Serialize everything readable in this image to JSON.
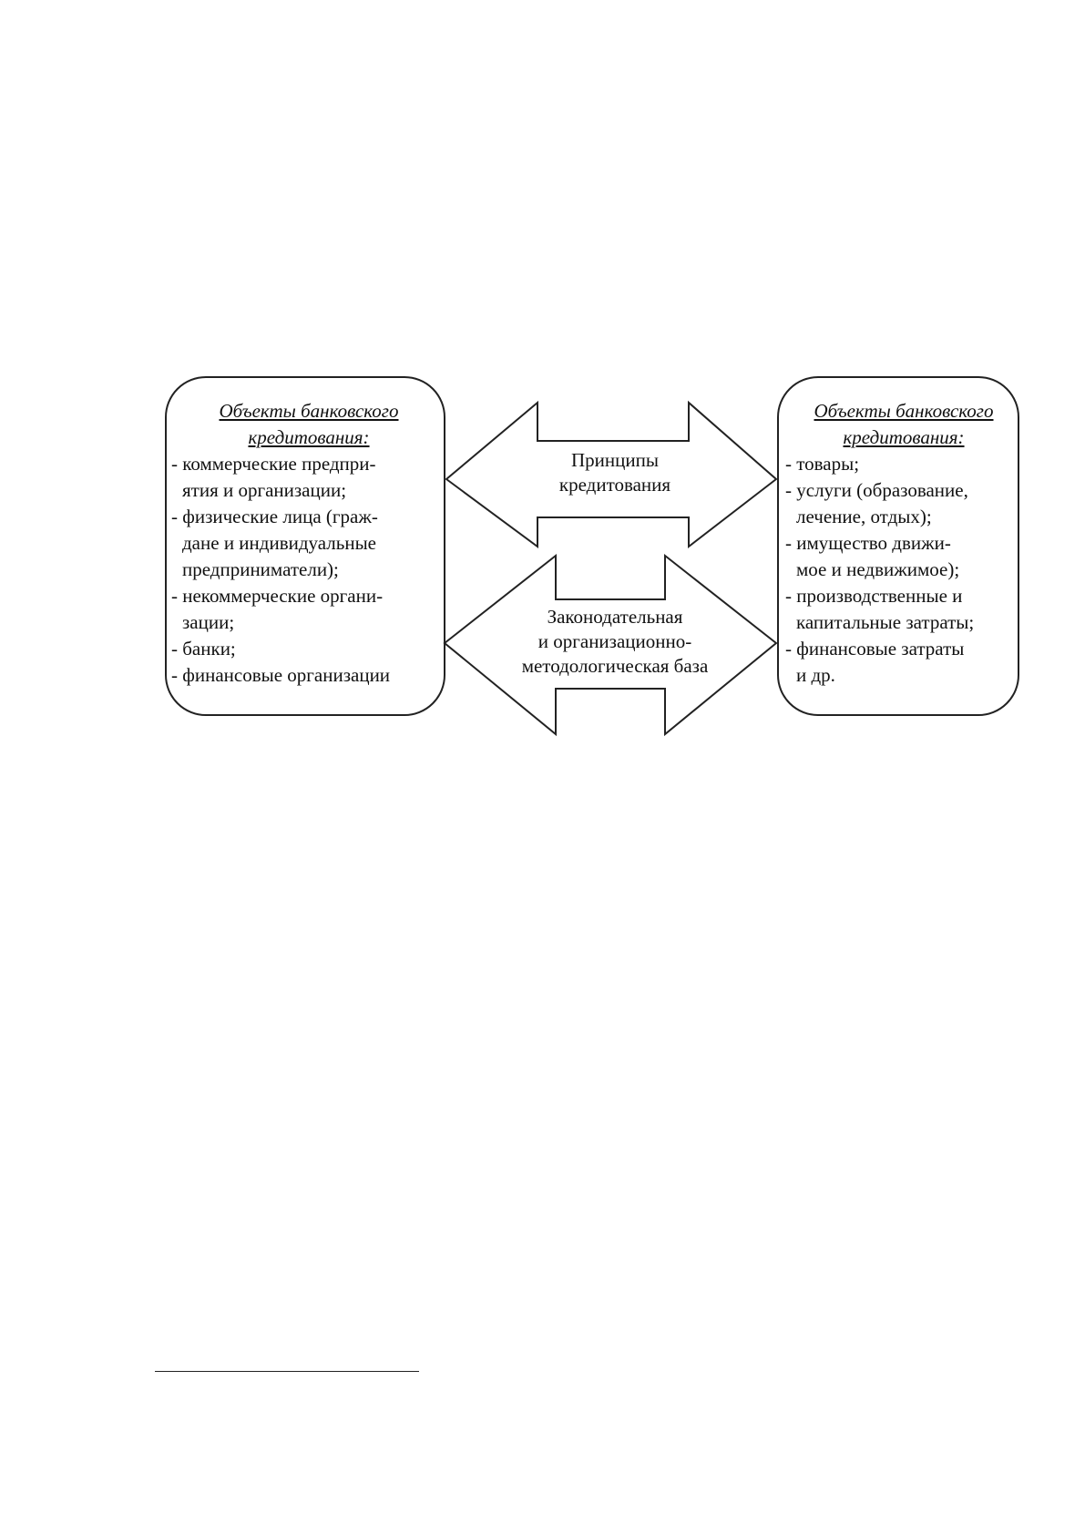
{
  "left_box": {
    "title": "Объекты банковского кредитования",
    "title_line1": "Объекты банковского",
    "title_line2": "кредитования",
    "colon": ":",
    "lines": [
      {
        "text": "- коммерческие предпри-",
        "cont": false
      },
      {
        "text": "ятия и организации;",
        "cont": true
      },
      {
        "text": "- физические лица (граж-",
        "cont": false
      },
      {
        "text": "дане и индивидуальные",
        "cont": true
      },
      {
        "text": "предприниматели);",
        "cont": true
      },
      {
        "text": "- некоммерческие органи-",
        "cont": false
      },
      {
        "text": "зации;",
        "cont": true
      },
      {
        "text": "- банки;",
        "cont": false
      },
      {
        "text": "- финансовые организации",
        "cont": false
      }
    ]
  },
  "right_box": {
    "title_line1": "Объекты банковского",
    "title_line2": "кредитования",
    "colon": ":",
    "lines": [
      {
        "text": "- товары;",
        "cont": false
      },
      {
        "text": "- услуги (образование,",
        "cont": false
      },
      {
        "text": "лечение, отдых);",
        "cont": true
      },
      {
        "text": "- имущество движи-",
        "cont": false
      },
      {
        "text": "мое и недвижимое);",
        "cont": true
      },
      {
        "text": "- производственные и",
        "cont": false
      },
      {
        "text": "капитальные затраты;",
        "cont": true
      },
      {
        "text": "- финансовые затраты",
        "cont": false
      },
      {
        "text": "и др.",
        "cont": true
      }
    ]
  },
  "top_arrow": {
    "line1": "Принципы",
    "line2": "кредитования"
  },
  "bottom_arrow": {
    "line1": "Законодательная",
    "line2": "и организационно-",
    "line3": "методологическая база"
  }
}
